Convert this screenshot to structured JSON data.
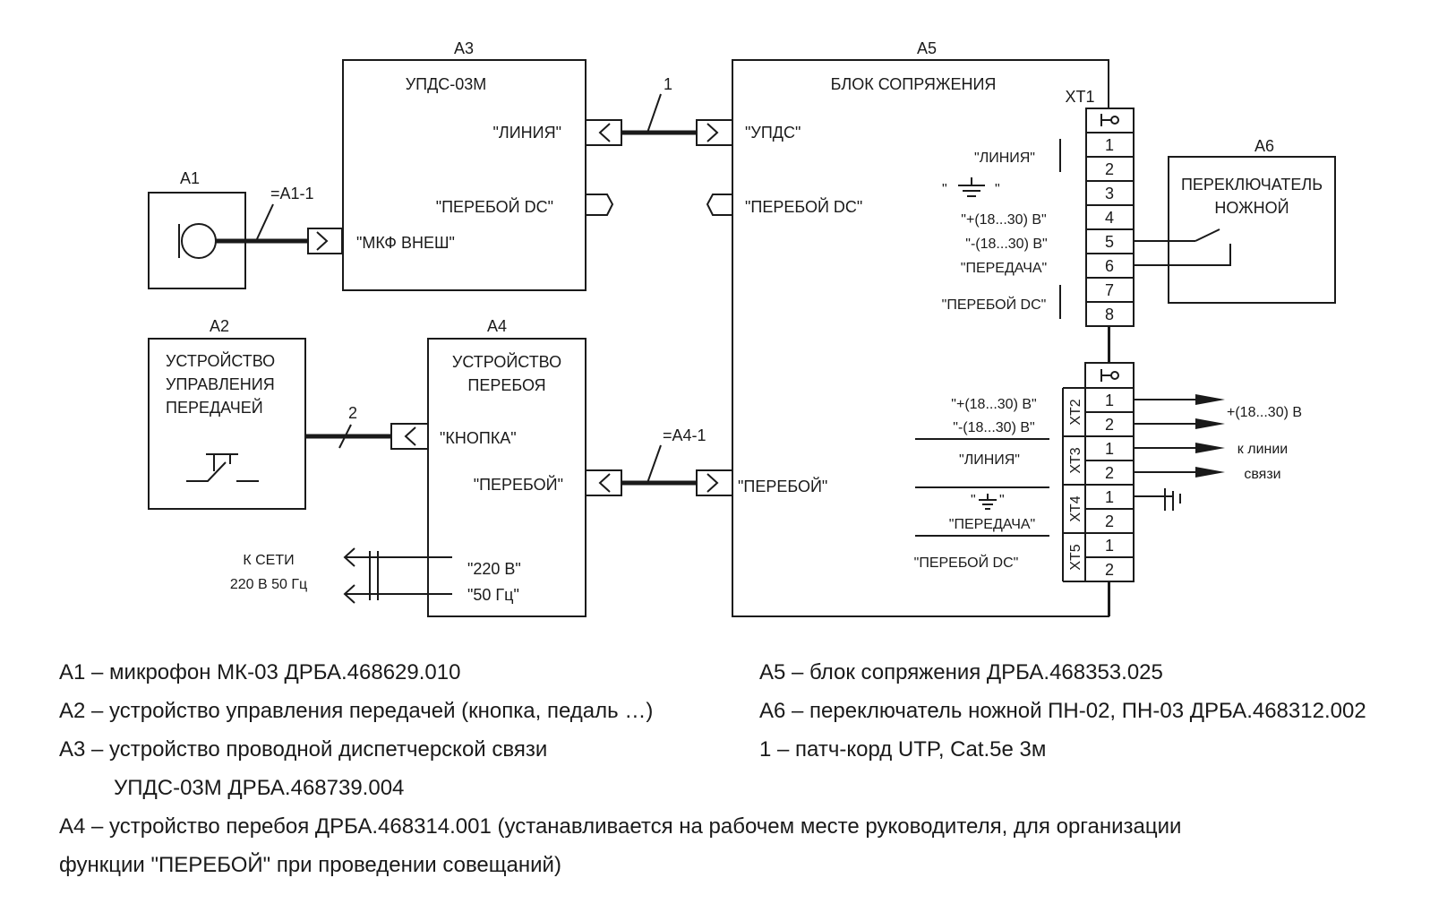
{
  "blocks": {
    "a1": {
      "label": "А1",
      "wire": "=А1-1"
    },
    "a2": {
      "label": "А2",
      "title": [
        "УСТРОЙСТВО",
        "УПРАВЛЕНИЯ",
        "ПЕРЕДАЧЕЙ"
      ]
    },
    "a3": {
      "label": "А3",
      "title": "УПДС-03М",
      "port_line": "\"ЛИНИЯ\"",
      "port_perebo": "\"ПЕРЕБОЙ DC\"",
      "port_mic": "\"МКФ ВНЕШ\""
    },
    "a4": {
      "label": "А4",
      "title": [
        "УСТРОЙСТВО",
        "ПЕРЕБОЯ"
      ],
      "port_button": "\"КНОПКА\"",
      "port_perebo": "\"ПЕРЕБОЙ\"",
      "port_220": "\"220 В\"",
      "port_50": "\"50 Гц\""
    },
    "a5": {
      "label": "А5",
      "title": "БЛОК СОПРЯЖЕНИЯ",
      "port_upds": "\"УПДС\"",
      "port_perebo_dc": "\"ПЕРЕБОЙ DC\"",
      "port_perebo": "\"ПЕРЕБОЙ\""
    },
    "a6": {
      "label": "А6",
      "title": [
        "ПЕРЕКЛЮЧАТЕЛЬ",
        "НОЖНОЙ"
      ]
    }
  },
  "cables": {
    "c1": "1",
    "c2": "2",
    "a4_1": "=А4-1"
  },
  "xt1": {
    "label": "ХТ1",
    "pins": [
      "1",
      "2",
      "3",
      "4",
      "5",
      "6",
      "7",
      "8"
    ],
    "signals": [
      "\"ЛИНИЯ\"",
      "\"",
      "\"",
      "\"+(18...30) В\"",
      "\"-(18...30) В\"",
      "\"ПЕРЕДАЧА\"",
      "\"ПЕРЕБОЙ DC\""
    ]
  },
  "xt_lower": {
    "groups": [
      "ХТ2",
      "ХТ3",
      "ХТ4",
      "ХТ5"
    ],
    "pins": [
      "1",
      "2",
      "1",
      "2",
      "1",
      "2",
      "1",
      "2"
    ],
    "signals": [
      "\"+(18...30) В\"",
      "\"-(18...30) В\"",
      "\"ЛИНИЯ\"",
      "\"",
      "\"",
      "\"ПЕРЕДАЧА\"",
      "\"ПЕРЕБОЙ DC\""
    ],
    "out_power": "+(18...30) В",
    "out_line": [
      "к линии",
      "связи"
    ]
  },
  "mains": [
    "К СЕТИ",
    "220 В  50 Гц"
  ],
  "legend": [
    "А1 – микрофон МК-03 ДРБА.468629.010",
    "А2 – устройство управления передачей (кнопка, педаль …)",
    "А3 – устройство проводной диспетчерской связи",
    "УПДС-03М ДРБА.468739.004",
    "А4 – устройство перебоя ДРБА.468314.001  (устанавливается на рабочем месте руководителя, для организации",
    "функции \"ПЕРЕБОЙ\" при проведении совещаний)",
    "А5 – блок сопряжения ДРБА.468353.025",
    "А6 – переключатель ножной ПН-02, ПН-03 ДРБА.468312.002",
    "1 – патч-корд UTP, Cat.5е 3м"
  ]
}
